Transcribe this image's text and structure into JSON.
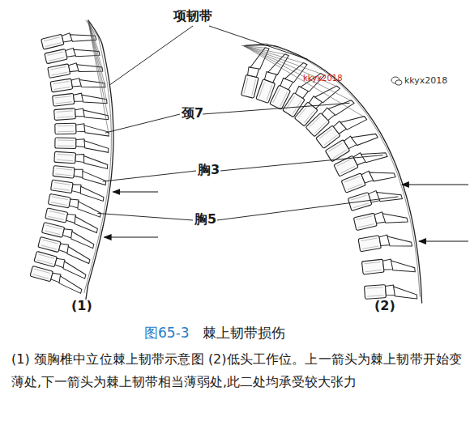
{
  "diagram": {
    "title": "棘上韧带损伤",
    "caption": "(1) 颈胸椎中立位棘上韧带示意图 (2)低头工作位。上一箭头为棘上韧带开始变薄处,下一箭头为棘上韧带相当薄弱处,此二处均承受较大张力",
    "labels": [
      "项韧带",
      "颈7",
      "胸3",
      "胸5",
      "(1)",
      "(2)",
      "图65-3",
      "kkyx2018",
      "kkyx2018"
    ]
  }
}
